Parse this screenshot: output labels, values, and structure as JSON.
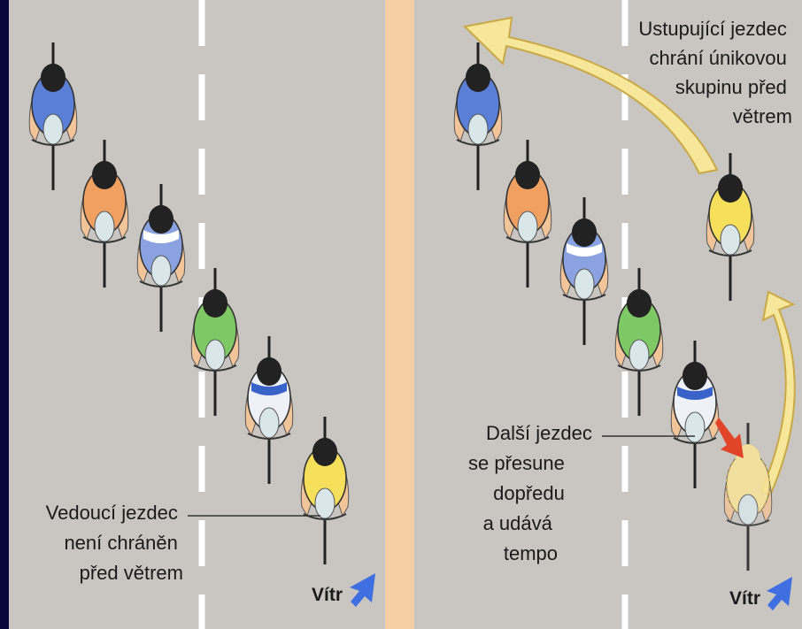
{
  "colors": {
    "frame": "#06063a",
    "road": "#c9c6c2",
    "divider": "#f4cfa6",
    "lane": "#ffffff",
    "arrow_fill": "#f7e79a",
    "arrow_stroke": "#c9a846",
    "wind_arrow": "#3f6fe0",
    "move_arrow": "#e0452a",
    "text": "#1a1a1a"
  },
  "left_panel": {
    "label": [
      "Vedoucí jezdec",
      "není chráněn",
      "před větrem"
    ],
    "wind": "Vítr",
    "riders": [
      {
        "color": "blue"
      },
      {
        "color": "orange"
      },
      {
        "color": "blue-white"
      },
      {
        "color": "green"
      },
      {
        "color": "white-blue"
      },
      {
        "color": "yellow"
      }
    ]
  },
  "right_panel": {
    "top_label": [
      "Ustupující jezdec",
      "chrání únikovou",
      "skupinu před",
      "větrem"
    ],
    "bottom_label": [
      "Další jezdec",
      "se přesune",
      "dopředu",
      "a udává",
      "tempo"
    ],
    "wind": "Vítr",
    "riders": [
      {
        "color": "blue"
      },
      {
        "color": "orange"
      },
      {
        "color": "blue-white"
      },
      {
        "color": "green"
      },
      {
        "color": "white-blue"
      },
      {
        "color": "yellow"
      },
      {
        "color": "yellow-ghost"
      }
    ]
  }
}
